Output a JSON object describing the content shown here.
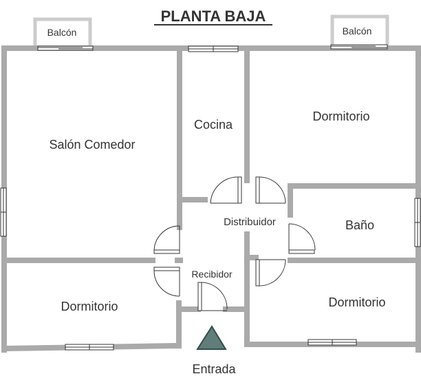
{
  "title": "PLANTA BAJA",
  "rooms": {
    "salon": "Salón Comedor",
    "cocina": "Cocina",
    "dormitorio_ne": "Dormitorio",
    "distribuidor": "Distribuidor",
    "bano": "Baño",
    "recibidor": "Recibidor",
    "dormitorio_sw": "Dormitorio",
    "dormitorio_se": "Dormitorio"
  },
  "balconies": {
    "left": "Balcón",
    "right": "Balcón"
  },
  "entrance": "Entrada",
  "colors": {
    "wall": "#aaaaaa",
    "text": "#333333",
    "arrow_fill": "#607d79",
    "arrow_stroke": "#2f4f4a",
    "balcony": "#cccccc"
  }
}
